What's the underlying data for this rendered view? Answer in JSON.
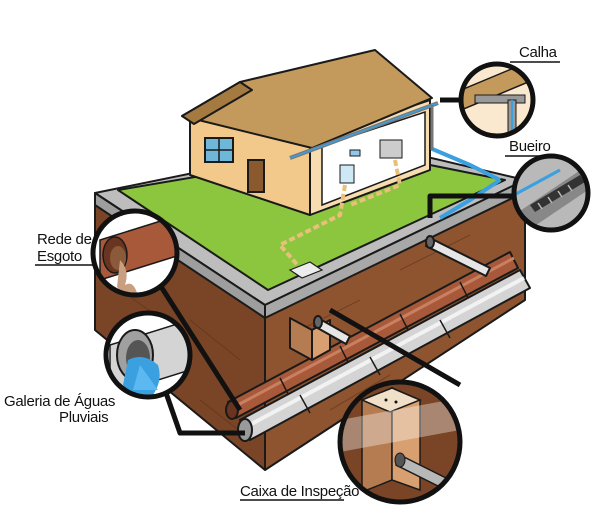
{
  "diagram": {
    "labels": {
      "calha": "Calha",
      "bueiro": "Bueiro",
      "rede_esgoto_line1": "Rede de",
      "rede_esgoto_line2": "Esgoto",
      "galeria_line1": "Galeria de Águas",
      "galeria_line2": "Pluviais",
      "caixa": "Caixa de Inspeção"
    },
    "colors": {
      "roof": "#c49a5c",
      "wall": "#f2c98a",
      "grass": "#8cc63f",
      "sidewalk": "#bdbdbd",
      "soil_front": "#7a4526",
      "soil_side": "#8e5430",
      "sewer_pipe": "#a8593a",
      "storm_pipe": "#d4d4d4",
      "water": "#3aa0e0",
      "sewage_line": "#e8c07a"
    }
  }
}
